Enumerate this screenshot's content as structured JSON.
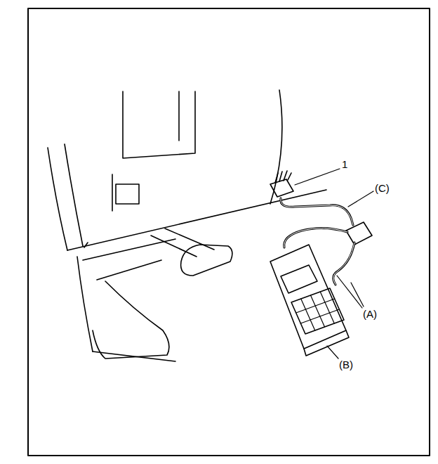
{
  "diagram": {
    "labels": [
      "1",
      "(C)",
      "(A)",
      "(B)"
    ]
  }
}
